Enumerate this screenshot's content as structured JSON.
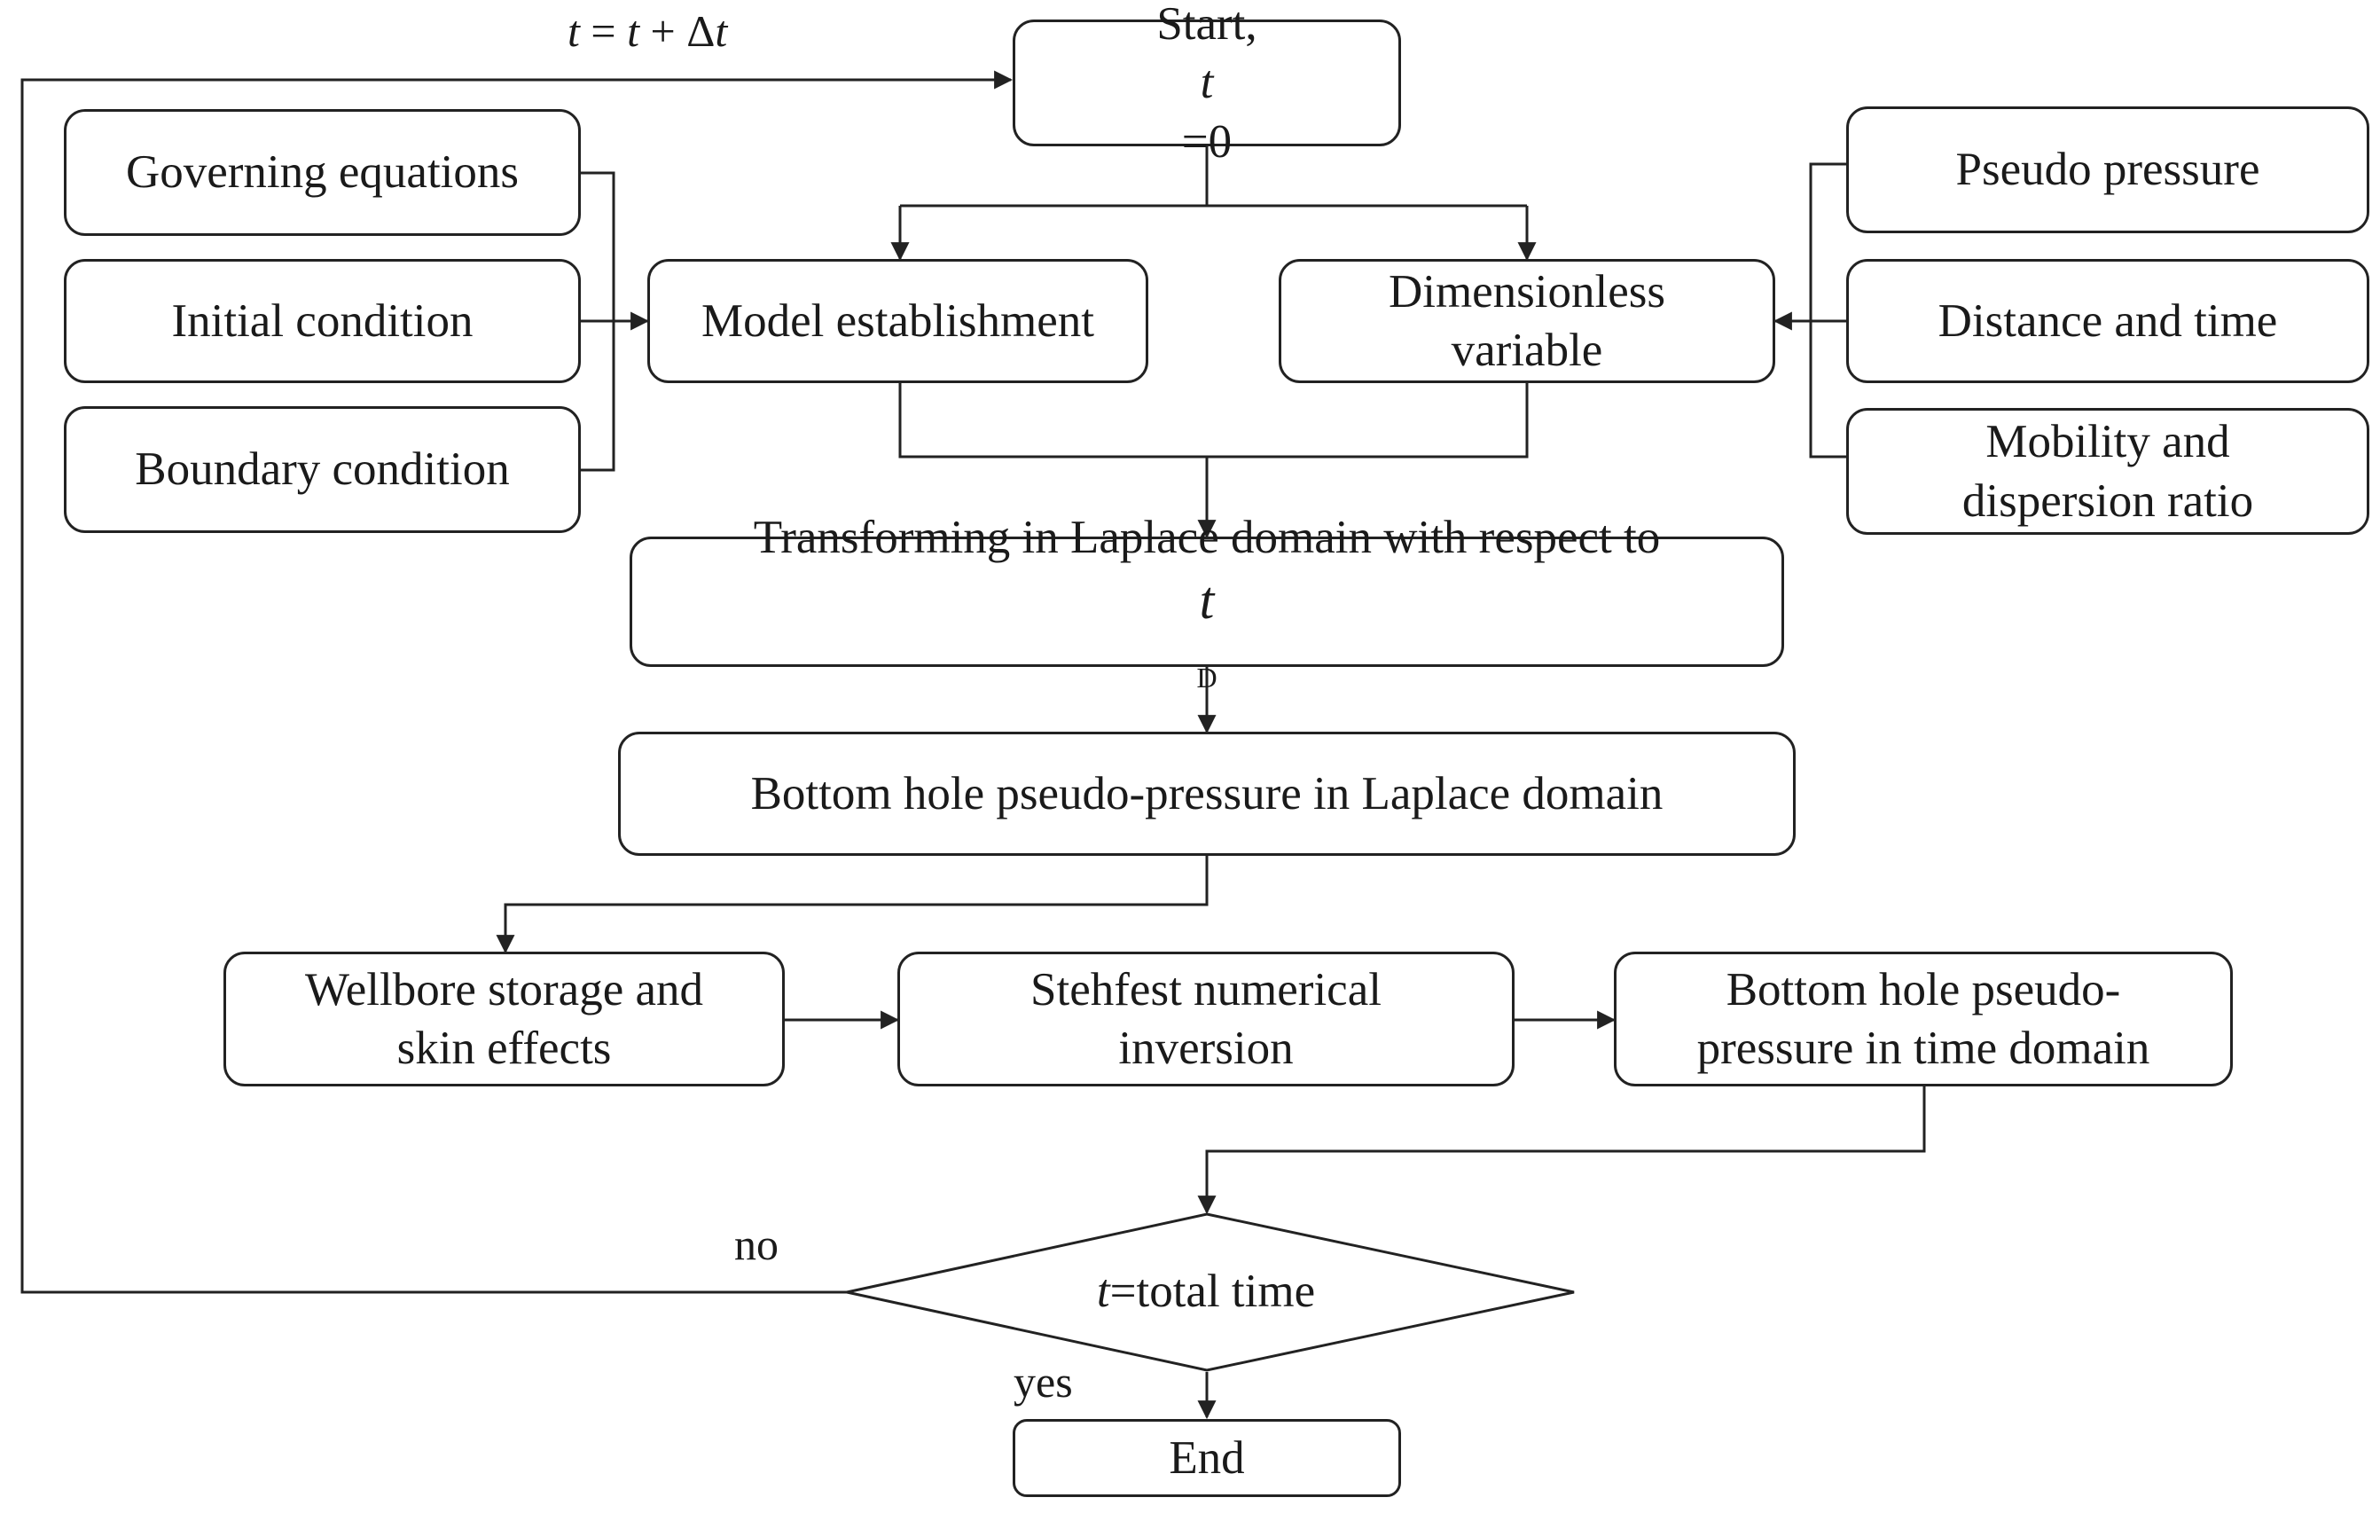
{
  "loop_label": {
    "var": "t",
    "eq": " = ",
    "rhs_var": "t",
    "plus": " + Δ",
    "rhs_var2": "t"
  },
  "start": {
    "prefix": "Start, ",
    "var": "t",
    "suffix": "=0"
  },
  "inputs_left": [
    "Governing equations",
    "Initial condition",
    "Boundary condition"
  ],
  "inputs_right": [
    "Pseudo pressure",
    "Distance and time",
    "Mobility and dispersion ratio"
  ],
  "inputs_right_lines": {
    "mobility_line1": "Mobility and",
    "mobility_line2": "dispersion ratio"
  },
  "model": "Model establishment",
  "dimensionless": {
    "line1": "Dimensionless",
    "line2": "variable"
  },
  "laplace": {
    "text": "Transforming in Laplace domain with respect to ",
    "var": "t",
    "sub": "D"
  },
  "bhp_laplace": "Bottom hole pseudo-pressure in Laplace domain",
  "wellbore": {
    "line1": "Wellbore storage and",
    "line2": "skin effects"
  },
  "stehfest": {
    "line1": "Stehfest numerical",
    "line2": "inversion"
  },
  "bhp_time": {
    "line1": "Bottom hole pseudo-",
    "line2": "pressure in time domain"
  },
  "decision": {
    "var": "t",
    "suffix": "=total time"
  },
  "branch_no": "no",
  "branch_yes": "yes",
  "end": "End",
  "colors": {
    "line": "#222222",
    "background": "#ffffff"
  }
}
